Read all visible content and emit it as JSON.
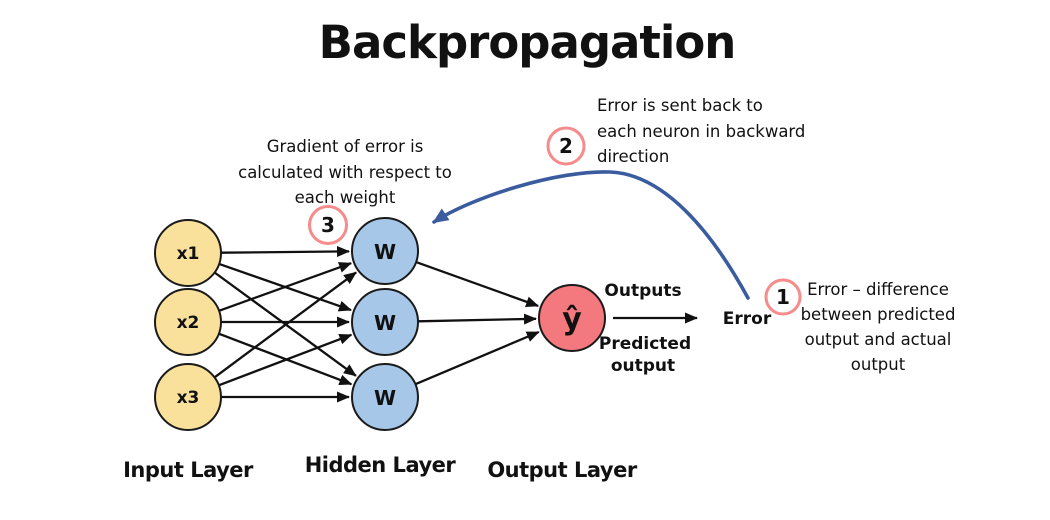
{
  "title": "Backpropagation",
  "colors": {
    "input_node_fill": "#FAE19B",
    "hidden_node_fill": "#A7C7E8",
    "output_node_fill": "#F4797E",
    "input_label": "#1D71B8",
    "annotation_pink": "#F68B8B",
    "back_arrow_blue": "#3A5C9F"
  },
  "network": {
    "input_nodes": [
      "x1",
      "x2",
      "x3"
    ],
    "hidden_nodes": [
      "W",
      "W",
      "W"
    ],
    "output_node": "ŷ"
  },
  "layer_labels": {
    "input": "Input Layer",
    "hidden": "Hidden Layer",
    "output": "Output Layer"
  },
  "flow_labels": {
    "outputs": "Outputs",
    "predicted_line1": "Predicted",
    "predicted_line2": "output",
    "error": "Error"
  },
  "annotations": {
    "step1": {
      "number": "1",
      "lines": [
        "Error – difference",
        "between predicted",
        "output and actual",
        "output"
      ]
    },
    "step2": {
      "number": "2",
      "lines": [
        "Error is sent back to",
        "each neuron in backward",
        "direction"
      ]
    },
    "step3": {
      "number": "3",
      "lines": [
        "Gradient of error is",
        "calculated with respect to",
        "each weight"
      ]
    }
  }
}
